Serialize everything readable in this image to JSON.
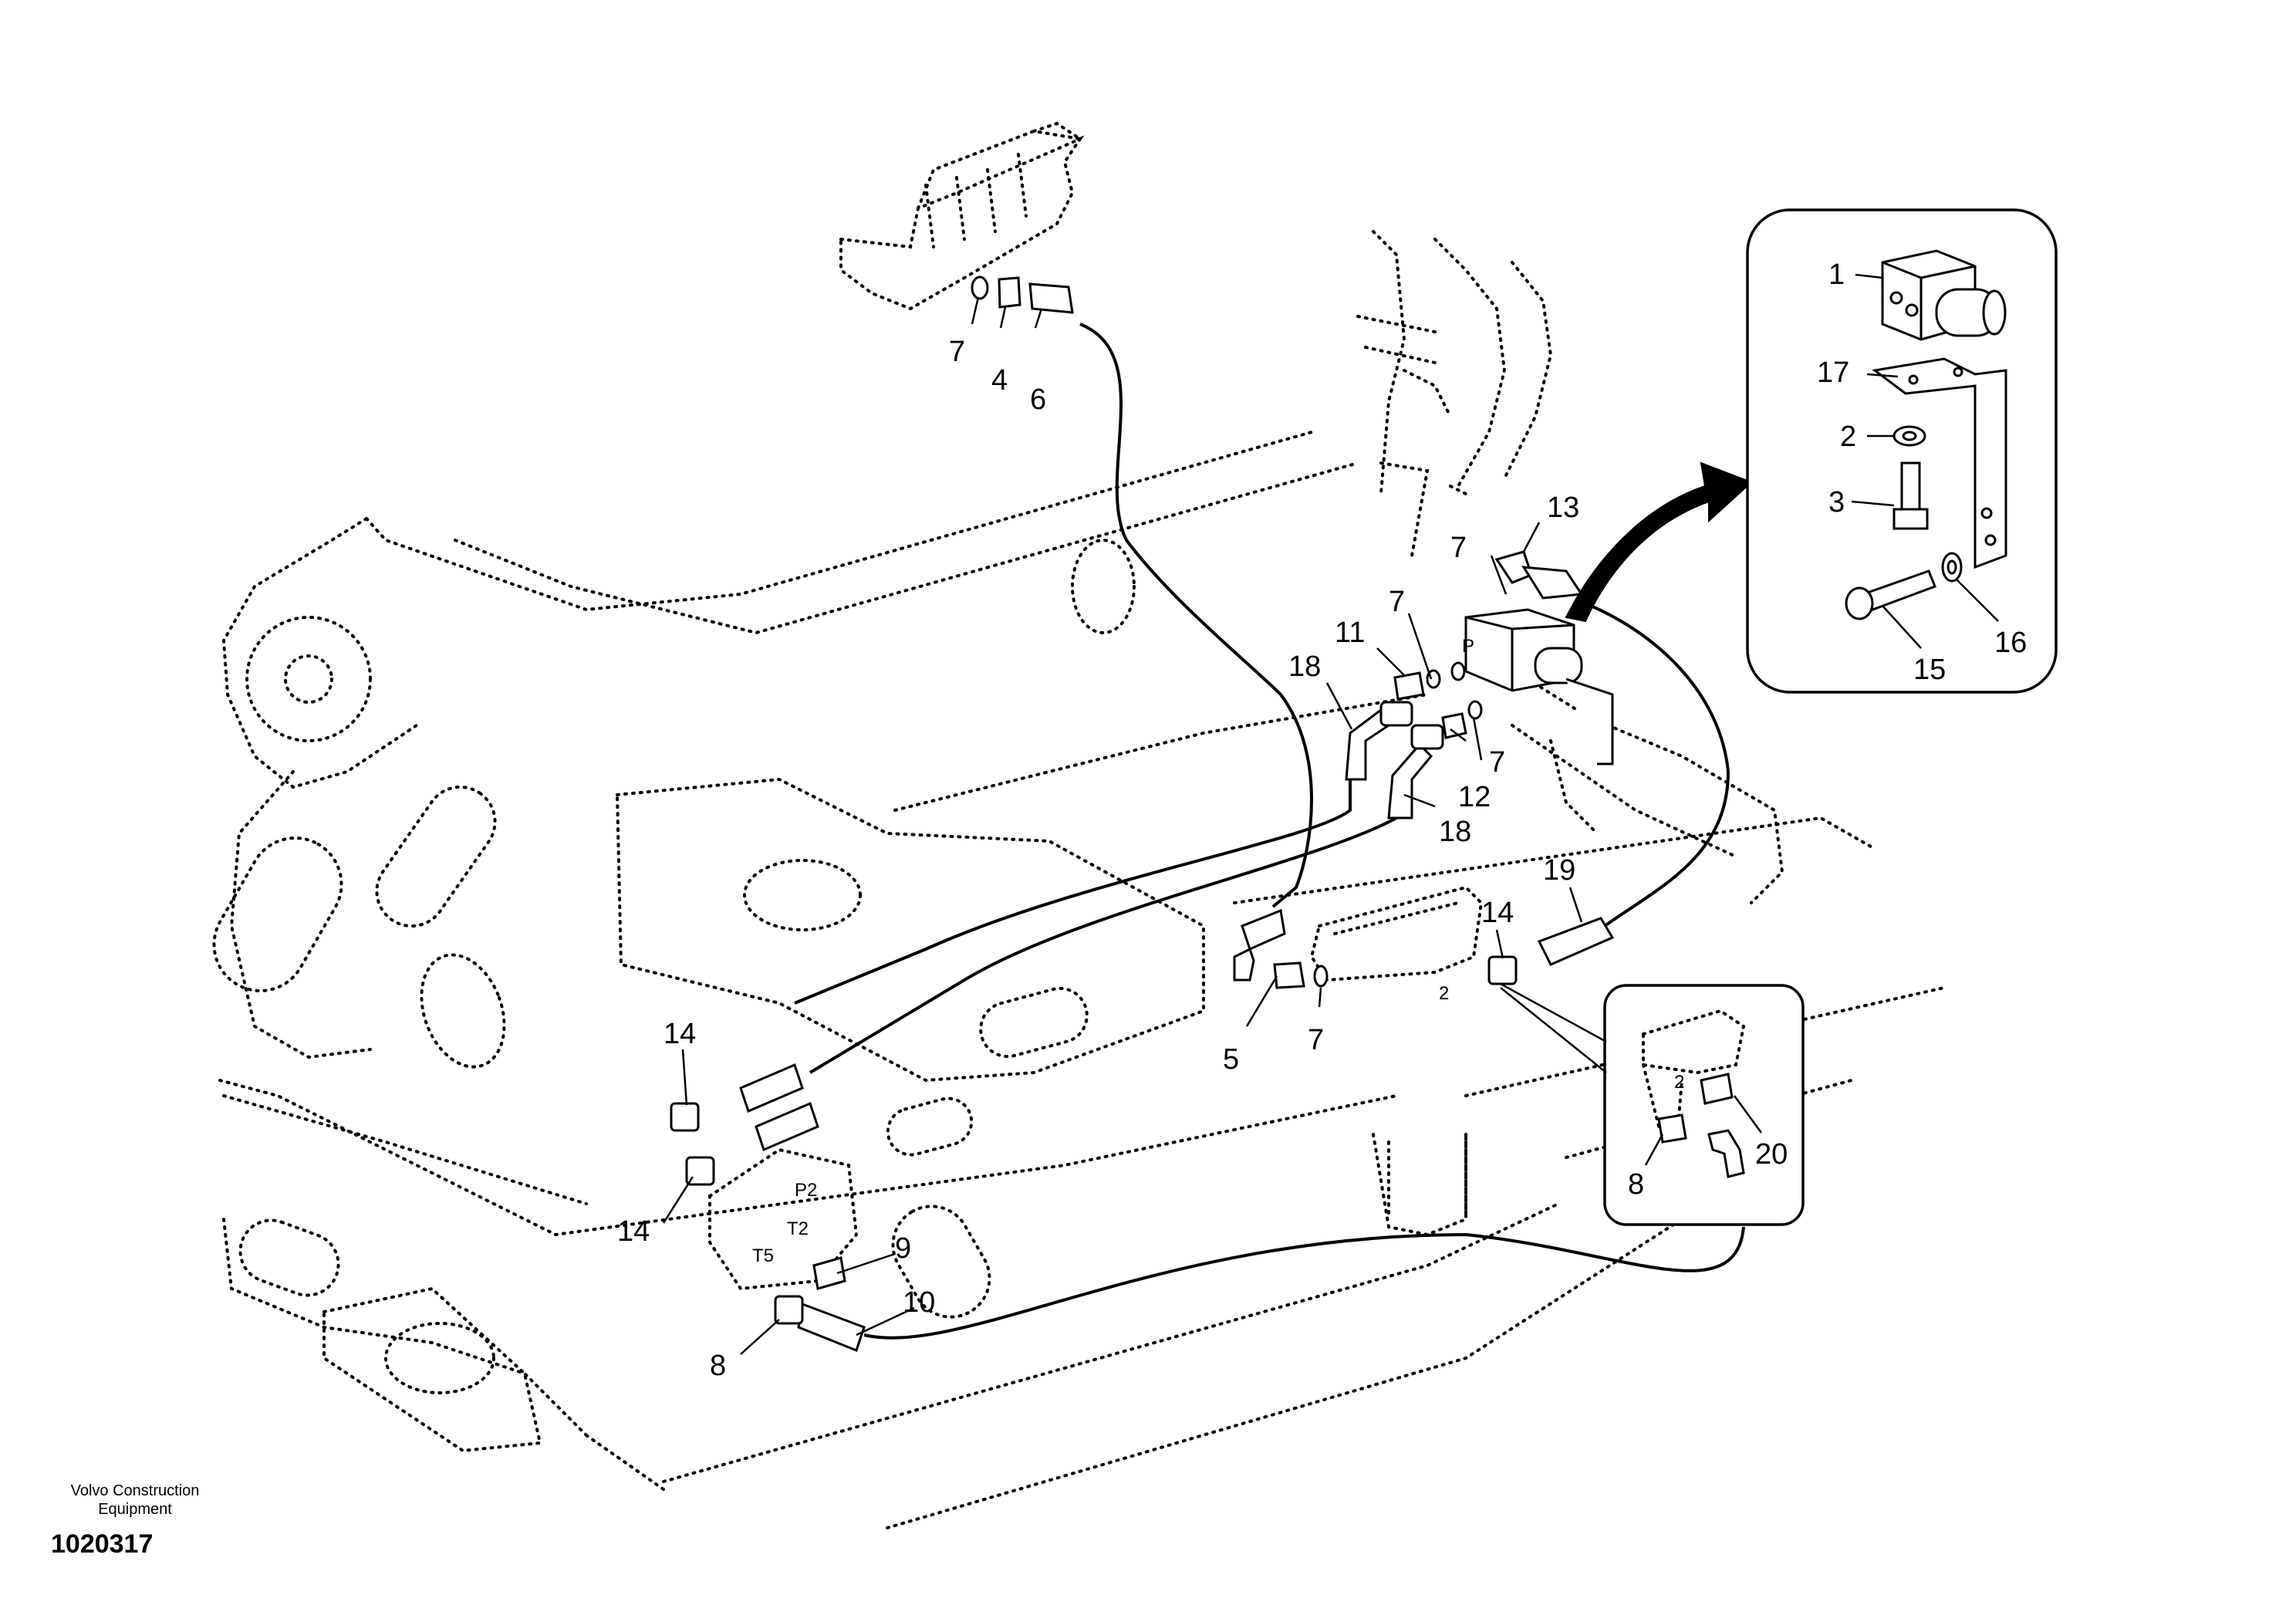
{
  "footer": {
    "brand_line1": "Volvo Construction",
    "brand_line2": "Equipment",
    "document_number": "1020317"
  },
  "callouts": {
    "c1": "1",
    "c2": "2",
    "c3": "3",
    "c4": "4",
    "c5": "5",
    "c6": "6",
    "c7a": "7",
    "c7b": "7",
    "c7c": "7",
    "c7d": "7",
    "c7e": "7",
    "c8a": "8",
    "c8b": "8",
    "c9": "9",
    "c10": "10",
    "c11": "11",
    "c12": "12",
    "c13": "13",
    "c14a": "14",
    "c14b": "14",
    "c14c": "14",
    "c15": "15",
    "c16": "16",
    "c17": "17",
    "c18a": "18",
    "c18b": "18",
    "c19": "19",
    "c20": "20"
  },
  "port_labels": {
    "p": "P",
    "p2": "P2",
    "t2": "T2",
    "t5": "T5",
    "two_a": "2",
    "two_b": "2"
  }
}
